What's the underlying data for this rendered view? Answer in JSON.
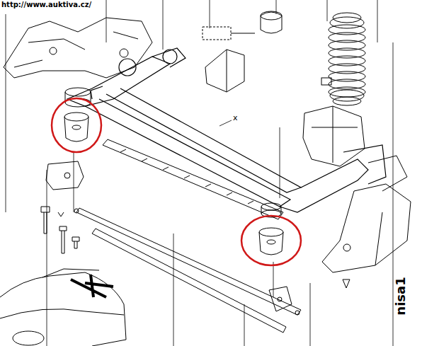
{
  "diagram": {
    "labels": [
      "http://www.auktiva.cz/",
      "x",
      "nisa1"
    ]
  }
}
